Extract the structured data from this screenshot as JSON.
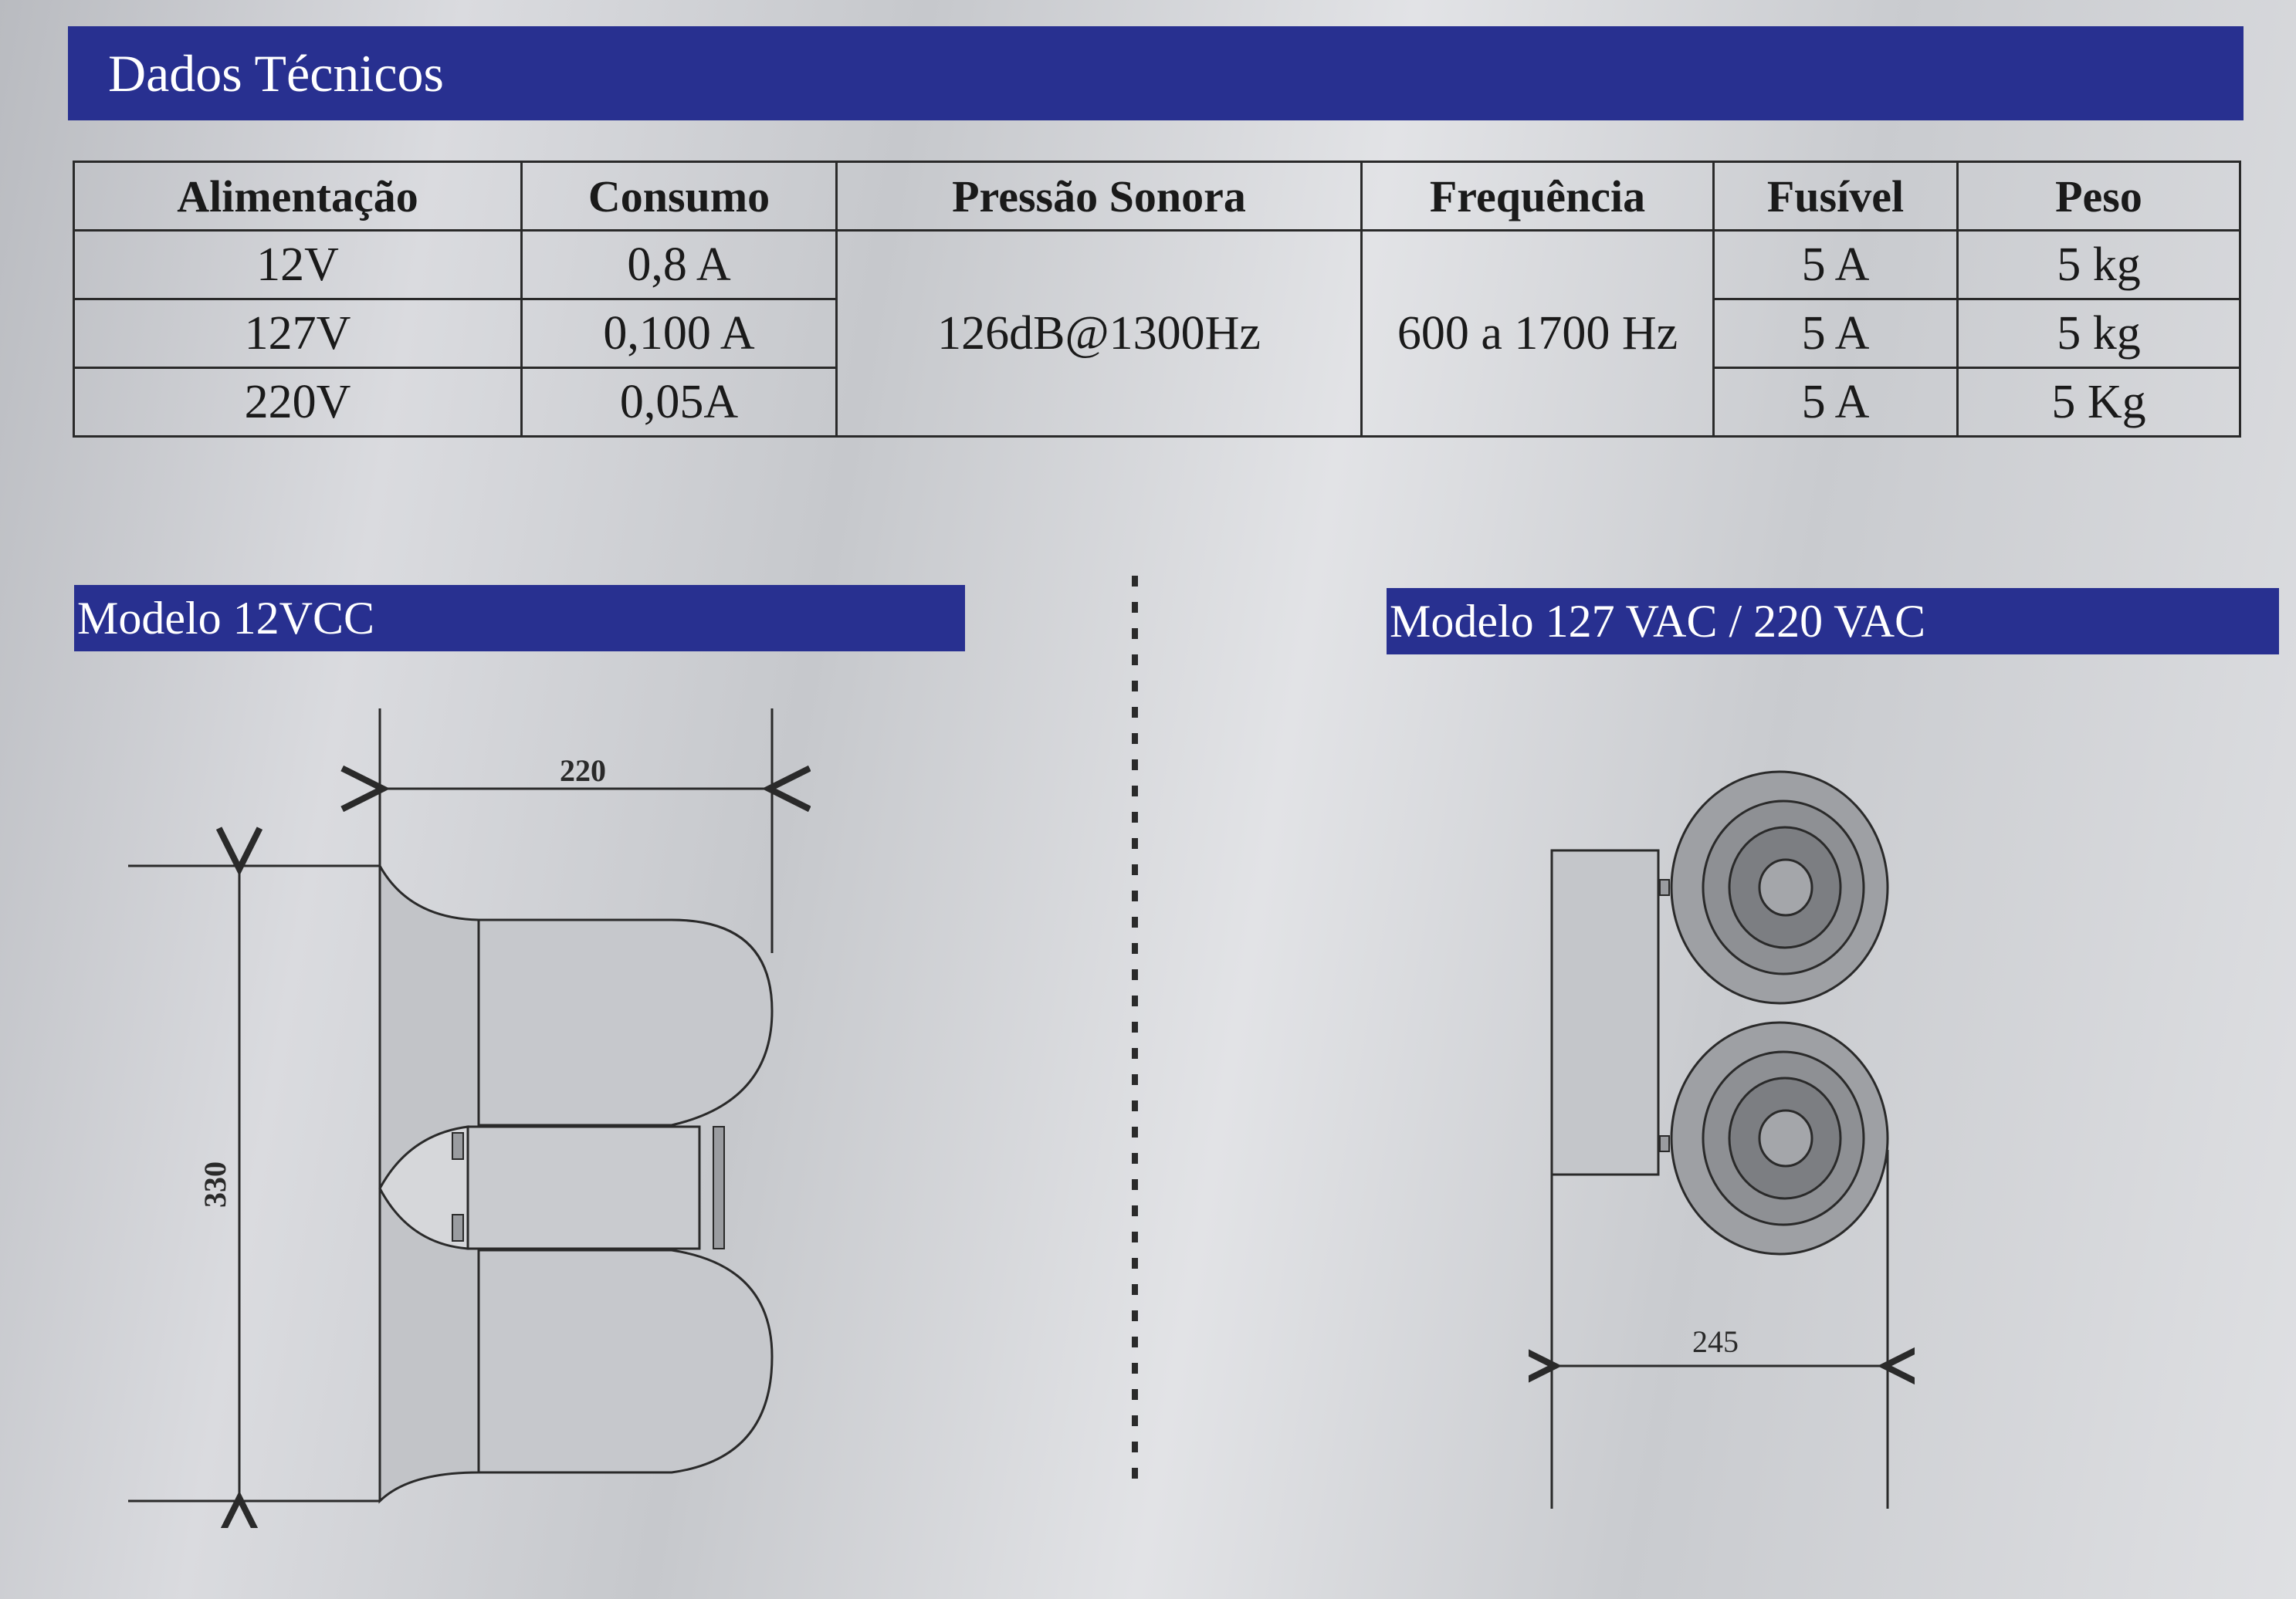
{
  "header": {
    "title": "Dados Técnicos"
  },
  "table": {
    "headers": [
      "Alimentação",
      "Consumo",
      "Pressão Sonora",
      "Frequência",
      "Fusível",
      "Peso"
    ],
    "rows": [
      {
        "alimentacao": "12V",
        "consumo": "0,8 A",
        "fusivel": "5 A",
        "peso": "5 kg"
      },
      {
        "alimentacao": "127V",
        "consumo": "0,100 A",
        "fusivel": "5 A",
        "peso": "5 kg"
      },
      {
        "alimentacao": "220V",
        "consumo": "0,05A",
        "fusivel": "5 A",
        "peso": "5 Kg"
      }
    ],
    "pressao_sonora": "126dB@1300Hz",
    "frequencia": "600 a 1700 Hz"
  },
  "models": {
    "dc": {
      "title": "Modelo 12VCC",
      "width_dim": "220",
      "height_dim": "330"
    },
    "ac": {
      "title": "Modelo 127 VAC / 220 VAC",
      "width_dim": "245"
    }
  },
  "colors": {
    "banner": "#283090",
    "drawing_fill": "#c4c6ca",
    "line": "#2a2a2a"
  }
}
